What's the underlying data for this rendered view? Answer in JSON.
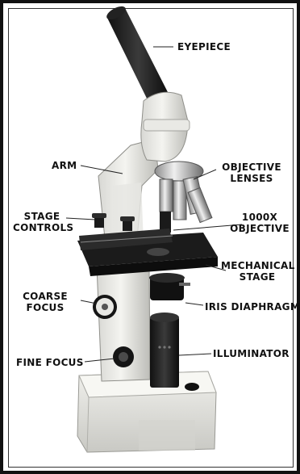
{
  "labels": {
    "eyepiece": "EYEPIECE",
    "arm": "ARM",
    "objective_lenses_1": "OBJECTIVE",
    "objective_lenses_2": "LENSES",
    "stage_controls_1": "STAGE",
    "stage_controls_2": "CONTROLS",
    "objective_1000x_1": "1000X",
    "objective_1000x_2": "OBJECTIVE",
    "mechanical_stage_1": "MECHANICAL",
    "mechanical_stage_2": "STAGE",
    "coarse_focus_1": "COARSE",
    "coarse_focus_2": "FOCUS",
    "iris_diaphragm": "IRIS DIAPHRAGM",
    "illuminator": "ILLUMINATOR",
    "fine_focus": "FINE FOCUS"
  }
}
